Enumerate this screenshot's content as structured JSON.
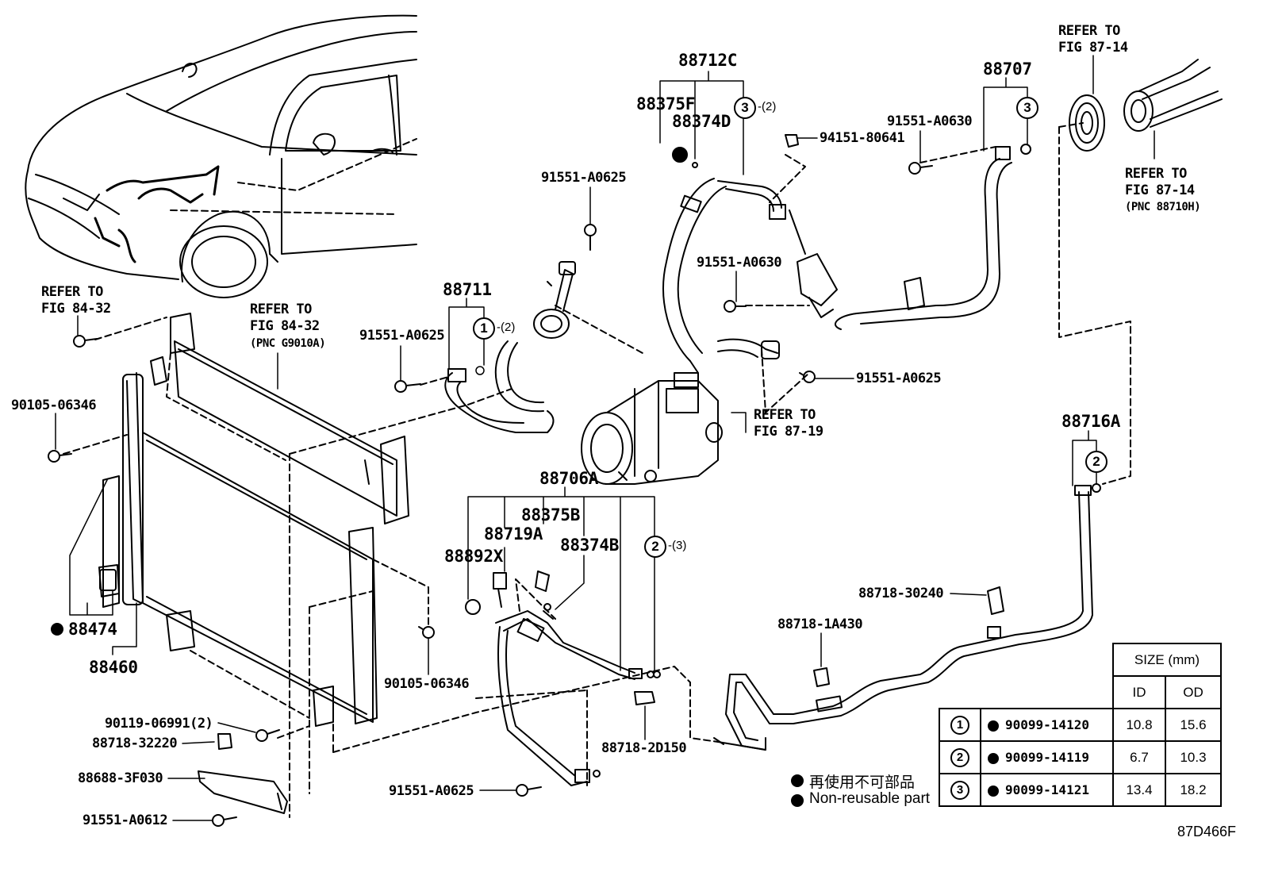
{
  "labels": {
    "p88712c": "88712C",
    "p88375f": "88375F",
    "p88374d": "88374D",
    "p94151": "94151-80641",
    "p88707": "88707",
    "p91551_0630_top": "91551-A0630",
    "p91551_0625_top": "91551-A0625",
    "p88711": "88711",
    "p91551_0625_left": "91551-A0625",
    "p91551_0630_mid": "91551-A0630",
    "p91551_0625_right": "91551-A0625",
    "p88716a": "88716A",
    "p88706a": "88706A",
    "p88375b": "88375B",
    "p88719a": "88719A",
    "p88374b": "88374B",
    "p88892x": "88892X",
    "p90105_left": "90105-06346",
    "p88474": "88474",
    "p88460": "88460",
    "p90105_mid": "90105-06346",
    "p90119": "90119-06991(2)",
    "p88718_32220": "88718-32220",
    "p88688": "88688-3F030",
    "p91551_0612": "91551-A0612",
    "p91551_0625_bot": "91551-A0625",
    "p88718_2d150": "88718-2D150",
    "p88718_1a430": "88718-1A430",
    "p88718_30240": "88718-30240"
  },
  "refer_notes": {
    "top_right_a": [
      "REFER TO",
      "FIG 87-14"
    ],
    "top_right_b": [
      "REFER TO",
      "FIG 87-14",
      "(PNC 88710H)"
    ],
    "left_8432": [
      "REFER TO",
      "FIG 84-32"
    ],
    "mid_8432": [
      "REFER TO",
      "FIG 84-32",
      "(PNC G9010A)"
    ],
    "compressor": [
      "REFER TO",
      "FIG 87-19"
    ]
  },
  "callouts": {
    "c88712c": {
      "num": "3",
      "qty": "-(2)"
    },
    "c88707": {
      "num": "3"
    },
    "c88711": {
      "num": "1",
      "qty": "-(2)"
    },
    "c88716a": {
      "num": "2"
    },
    "c88706a": {
      "num": "2",
      "qty": "-(3)"
    }
  },
  "size_table": {
    "title": "SIZE (mm)",
    "col_id": "ID",
    "col_od": "OD",
    "rows": [
      {
        "num": "1",
        "part": "90099-14120",
        "id": "10.8",
        "od": "15.6"
      },
      {
        "num": "2",
        "part": "90099-14119",
        "id": "6.7",
        "od": "10.3"
      },
      {
        "num": "3",
        "part": "90099-14121",
        "id": "13.4",
        "od": "18.2"
      }
    ]
  },
  "legend": {
    "jp": "再使用不可部品",
    "en": "Non-reusable part"
  },
  "figure_code": "87D466F"
}
